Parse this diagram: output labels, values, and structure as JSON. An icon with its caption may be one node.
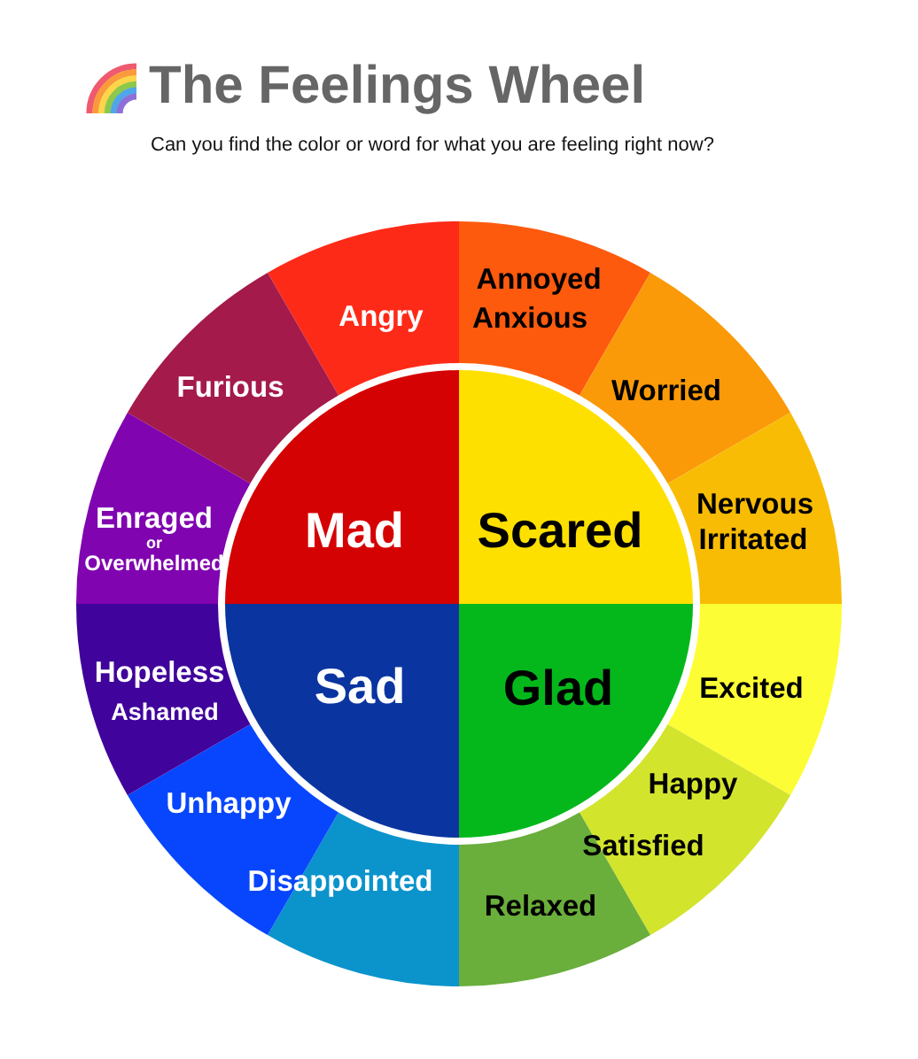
{
  "diagram": {
    "title": "The Feelings Wheel",
    "nodes": [
      {
        "text": [
          "Mad"
        ]
      },
      {
        "text": [
          "Scared"
        ]
      },
      {
        "text": [
          "Sad"
        ]
      },
      {
        "text": [
          "Glad"
        ]
      },
      {
        "text": [
          "Angry"
        ]
      },
      {
        "text": [
          "Annoyed",
          "Anxious"
        ]
      },
      {
        "text": [
          "Worried"
        ]
      },
      {
        "text": [
          "Nervous",
          "Irritated"
        ]
      },
      {
        "text": [
          "Excited"
        ]
      },
      {
        "text": [
          "Happy",
          "Satisfied"
        ]
      },
      {
        "text": [
          "Relaxed"
        ]
      },
      {
        "text": [
          "Disappointed"
        ]
      },
      {
        "text": [
          "Unhappy"
        ]
      },
      {
        "text": [
          "Hopeless",
          "Ashamed"
        ]
      },
      {
        "text": [
          "Enraged",
          "or",
          "Overwhelmed"
        ]
      },
      {
        "text": [
          "Furious"
        ]
      }
    ],
    "labels": [
      "Can you find the color or word for what you are feeling right now?"
    ]
  }
}
